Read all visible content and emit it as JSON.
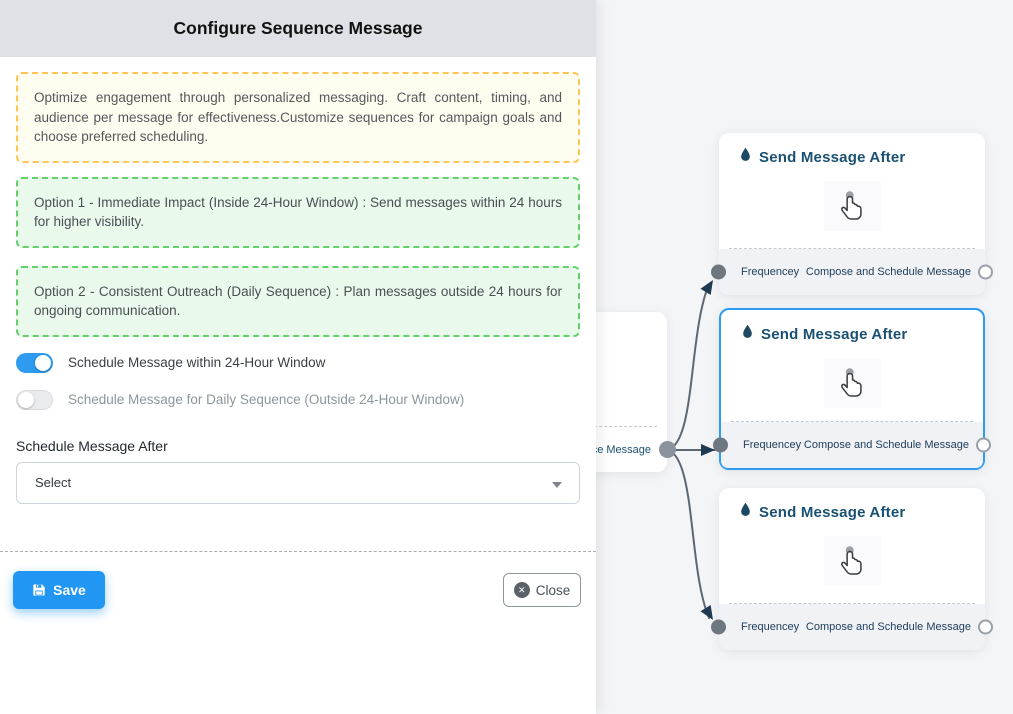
{
  "panel": {
    "title": "Configure Sequence Message",
    "intro": "Optimize engagement through personalized messaging. Craft content, timing, and audience per message for effectiveness.Customize sequences for campaign goals and choose preferred scheduling.",
    "option1": "Option 1 - Immediate Impact (Inside 24-Hour Window) : Send messages within 24 hours for higher visibility.",
    "option2": "Option 2 - Consistent Outreach (Daily Sequence) : Plan messages outside 24 hours for ongoing communication.",
    "toggle_within": {
      "label": "Schedule Message within 24-Hour Window",
      "state": "on"
    },
    "toggle_daily": {
      "label": "Schedule Message for Daily Sequence (Outside 24-Hour Window)",
      "state": "off"
    },
    "schedule_after_label": "Schedule Message After",
    "select_placeholder": "Select",
    "save_label": "Save",
    "close_label": "Close"
  },
  "flow": {
    "partial_node_text": "ce Message",
    "nodes": [
      {
        "title": "Send Message After",
        "left_label": "Frequencey",
        "right_label": "Compose and Schedule Message",
        "selected": false
      },
      {
        "title": "Send Message After",
        "left_label": "Frequencey",
        "right_label": "Compose and Schedule Message",
        "selected": true
      },
      {
        "title": "Send Message After",
        "left_label": "Frequencey",
        "right_label": "Compose and Schedule Message",
        "selected": false
      }
    ]
  },
  "colors": {
    "accent_blue": "#2196f3",
    "toggle_on": "#2e9af0",
    "selected_node_border": "#2e9af0",
    "edge": "#5c6874",
    "arrowhead": "#1f3a52",
    "note_yellow_border": "#ffc556",
    "note_green_border": "#63d168",
    "node_title": "#1a5173",
    "header_bg": "#dee2e6"
  }
}
